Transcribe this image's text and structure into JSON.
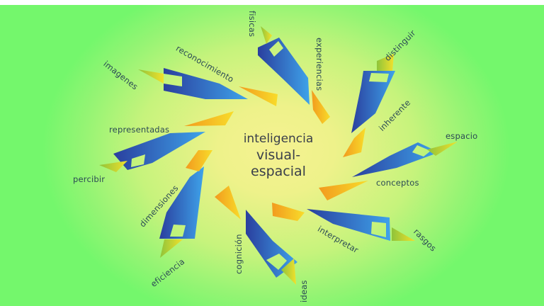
{
  "title": {
    "line1": "inteligencia",
    "line2": "visual-",
    "line3": "espacial"
  },
  "labels": {
    "fisicas": "fisicas",
    "experiencias": "experiencias",
    "distinguir": "distinguir",
    "inherente": "inherente",
    "espacio": "espacio",
    "conceptos": "conceptos",
    "rasgos": "rasgos",
    "interpretar": "interpretar",
    "ideas": "ideas",
    "cognicion": "cognición",
    "eficiencia": "eficiencia",
    "dimensiones": "dimensiones",
    "percibir": "percibir",
    "representadas": "representadas",
    "imagenes": "imagenes",
    "reconocimiento": "reconocimiento"
  },
  "colors": {
    "background_outer": "#74f76c",
    "background_center": "#f5f191",
    "blue_dark": "#2a3f9e",
    "blue_light": "#3ea0e8",
    "orange": "#f2a11e",
    "yellow": "#f6d82a",
    "green_tip": "#9ecb2e",
    "text": "#2b4a55"
  }
}
